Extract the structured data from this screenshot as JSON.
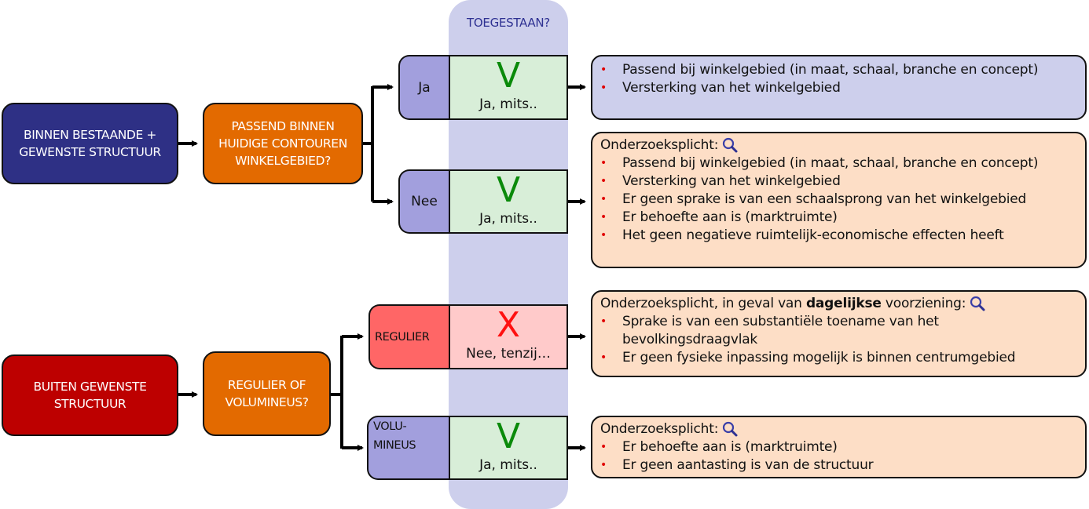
{
  "column": {
    "title": "TOEGESTAAN?"
  },
  "colors": {
    "navy": "#2E3085",
    "dark_red": "#BD0000",
    "orange": "#E36A00",
    "lilac": "#A29FDD",
    "salmon": "#FF6666",
    "allowed_green": "#0A8A0A",
    "denied_red": "#FF1010",
    "band": "#CDCFEC",
    "peach": "#FDDEC6"
  },
  "top_flow": {
    "start": "BINNEN BESTAANDE + GEWENSTE STRUCTUUR",
    "question": "PASSEND BINNEN HUIDIGE CONTOUREN WINKELGEBIED?",
    "branches": [
      {
        "label": "Ja",
        "mark": "V",
        "verdict": "Ja, mits..",
        "info": {
          "heading": "",
          "items": [
            "Passend bij winkelgebied (in maat, schaal, branche en concept)",
            "Versterking van het winkelgebied"
          ]
        }
      },
      {
        "label": "Nee",
        "mark": "V",
        "verdict": "Ja, mits..",
        "info": {
          "heading": "Onderzoeksplicht:",
          "icon": "magnifier-icon",
          "items": [
            "Passend bij winkelgebied (in maat, schaal, branche en concept)",
            "Versterking van het winkelgebied",
            "Er geen sprake is van een schaalsprong van het winkelgebied",
            "Er behoefte aan is (marktruimte)",
            "Het geen negatieve ruimtelijk-economische effecten heeft"
          ]
        }
      }
    ]
  },
  "bottom_flow": {
    "start": "BUITEN GEWENSTE STRUCTUUR",
    "question": "REGULIER OF VOLUMINEUS?",
    "branches": [
      {
        "label": "REGULIER",
        "mark": "X",
        "verdict": "Nee, tenzij…",
        "info": {
          "heading_prefix": "Onderzoeksplicht, in geval van ",
          "heading_bold": "dagelijkse",
          "heading_suffix": " voorziening:",
          "icon": "magnifier-icon",
          "items": [
            "Sprake is van een substantiële toename van het bevolkingsdraagvlak",
            "Er geen fysieke inpassing mogelijk is binnen centrumgebied"
          ]
        }
      },
      {
        "label_line1": "VOLU-",
        "label_line2": "MINEUS",
        "mark": "V",
        "verdict": "Ja, mits..",
        "info": {
          "heading": "Onderzoeksplicht:",
          "icon": "magnifier-icon",
          "items": [
            "Er behoefte aan is (marktruimte)",
            "Er geen aantasting is van de structuur"
          ]
        }
      }
    ]
  },
  "bullet_glyph": "•"
}
